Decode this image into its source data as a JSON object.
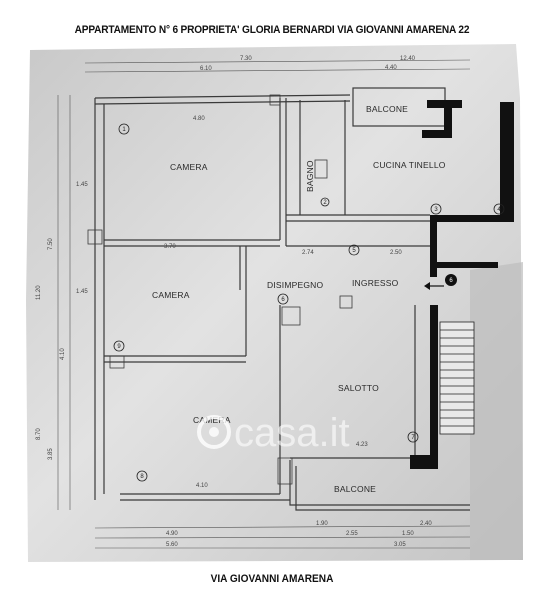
{
  "header": {
    "title": "APPARTAMENTO N° 6 PROPRIETA' GLORIA BERNARDI  VIA GIOVANNI AMARENA 22"
  },
  "footer": {
    "street": "VIA GIOVANNI AMARENA"
  },
  "rooms": {
    "camera1": "CAMERA",
    "camera2": "CAMERA",
    "camera3": "CAMERA",
    "bagno": "BAGNO",
    "cucina": "CUCINA TINELLO",
    "balcone_top": "BALCONE",
    "disimpegno": "DISIMPEGNO",
    "ingresso": "INGRESSO",
    "salotto": "SALOTTO",
    "balcone_bottom": "BALCONE"
  },
  "markers": [
    "1",
    "2",
    "3",
    "4",
    "5",
    "6",
    "7",
    "8",
    "9",
    "6"
  ],
  "dimensions": {
    "top_a": "7.30",
    "top_b": "6.10",
    "top_c": "4.40",
    "top_d": "12.40",
    "in_camera1": "4.80",
    "in_camera2": "3.70",
    "in_disimpegno": "2.74",
    "in_ingresso": "2.50",
    "in_salotto": "4.23",
    "in_camera3": "4.10",
    "bottom_a": "4.90",
    "bottom_b": "5.60",
    "bottom_c": "2.55",
    "bottom_d": "3.05",
    "bottom_e": "1.50",
    "bottom_f": "2.40",
    "bottom_g": "1.90",
    "left_a": "7.50",
    "left_b": "11.20",
    "left_c": "1.45",
    "left_d": "1.45",
    "left_e": "4.10",
    "left_f": "3.85",
    "left_g": "8.70"
  },
  "watermark": {
    "text": "casa.it"
  },
  "colors": {
    "paper": "#d2d2d2",
    "wall": "#111111",
    "ink": "#3a3a3a"
  }
}
